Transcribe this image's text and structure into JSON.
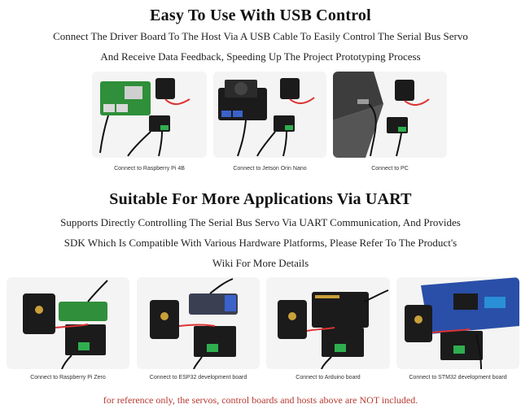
{
  "section_usb": {
    "title": "Easy To Use With USB Control",
    "lines": [
      "Connect The Driver Board To The Host Via A USB Cable To Easily Control The Serial Bus Servo",
      "And Receive Data Feedback, Speeding Up The Project Prototyping Process"
    ],
    "captions": [
      "Connect to Raspberry Pi 4B",
      "Connect to Jetson Orin Nano",
      "Connect to PC"
    ]
  },
  "section_uart": {
    "title": "Suitable For More Applications Via UART",
    "lines": [
      "Supports Directly Controlling The Serial Bus Servo Via UART Communication, And Provides",
      "SDK Which Is Compatible With Various Hardware Platforms, Please Refer To The Product's",
      "Wiki For More Details"
    ],
    "captions": [
      "Connect to Raspberry Pi Zero",
      "Connect to ESP32 development board",
      "Connect to Arduino board",
      "Connect to STM32 development board"
    ]
  },
  "footer_note": "for reference only, the servos, control boards and hosts above are NOT included.",
  "colors": {
    "note_red": "#b83a32",
    "card_bg": "#f4f4f4",
    "board_green": "#2f8f3a",
    "board_black": "#1b1b1b",
    "terminal_green": "#2fae4f"
  }
}
